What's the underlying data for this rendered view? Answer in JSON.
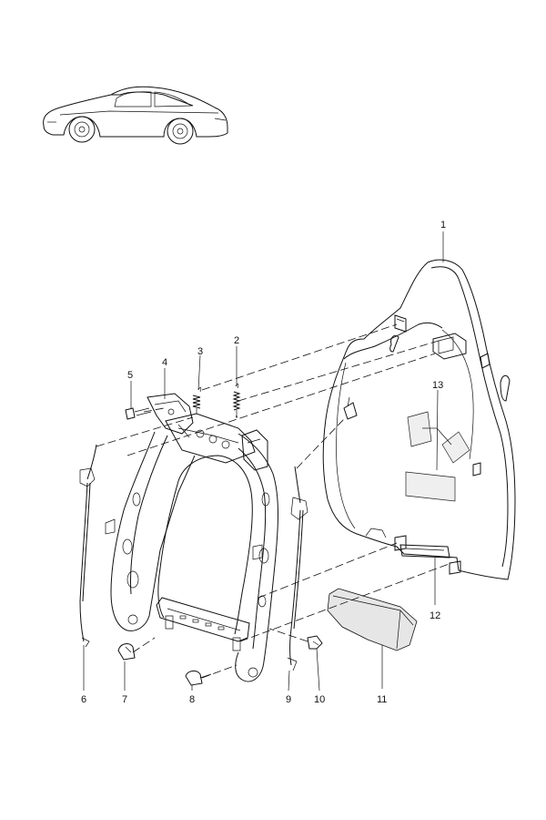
{
  "diagram": {
    "vehicle_icon": "porsche-911-coupe-side-view",
    "callouts": [
      {
        "id": "1",
        "label": "1"
      },
      {
        "id": "2",
        "label": "2"
      },
      {
        "id": "3",
        "label": "3"
      },
      {
        "id": "4",
        "label": "4"
      },
      {
        "id": "5",
        "label": "5"
      },
      {
        "id": "6",
        "label": "6"
      },
      {
        "id": "7",
        "label": "7"
      },
      {
        "id": "8",
        "label": "8"
      },
      {
        "id": "9",
        "label": "9"
      },
      {
        "id": "10",
        "label": "10"
      },
      {
        "id": "11",
        "label": "11"
      },
      {
        "id": "12",
        "label": "12"
      },
      {
        "id": "13",
        "label": "13"
      }
    ],
    "colors": {
      "line": "#111111",
      "background": "#ffffff",
      "pad_fill": "#e6e6e6"
    }
  }
}
